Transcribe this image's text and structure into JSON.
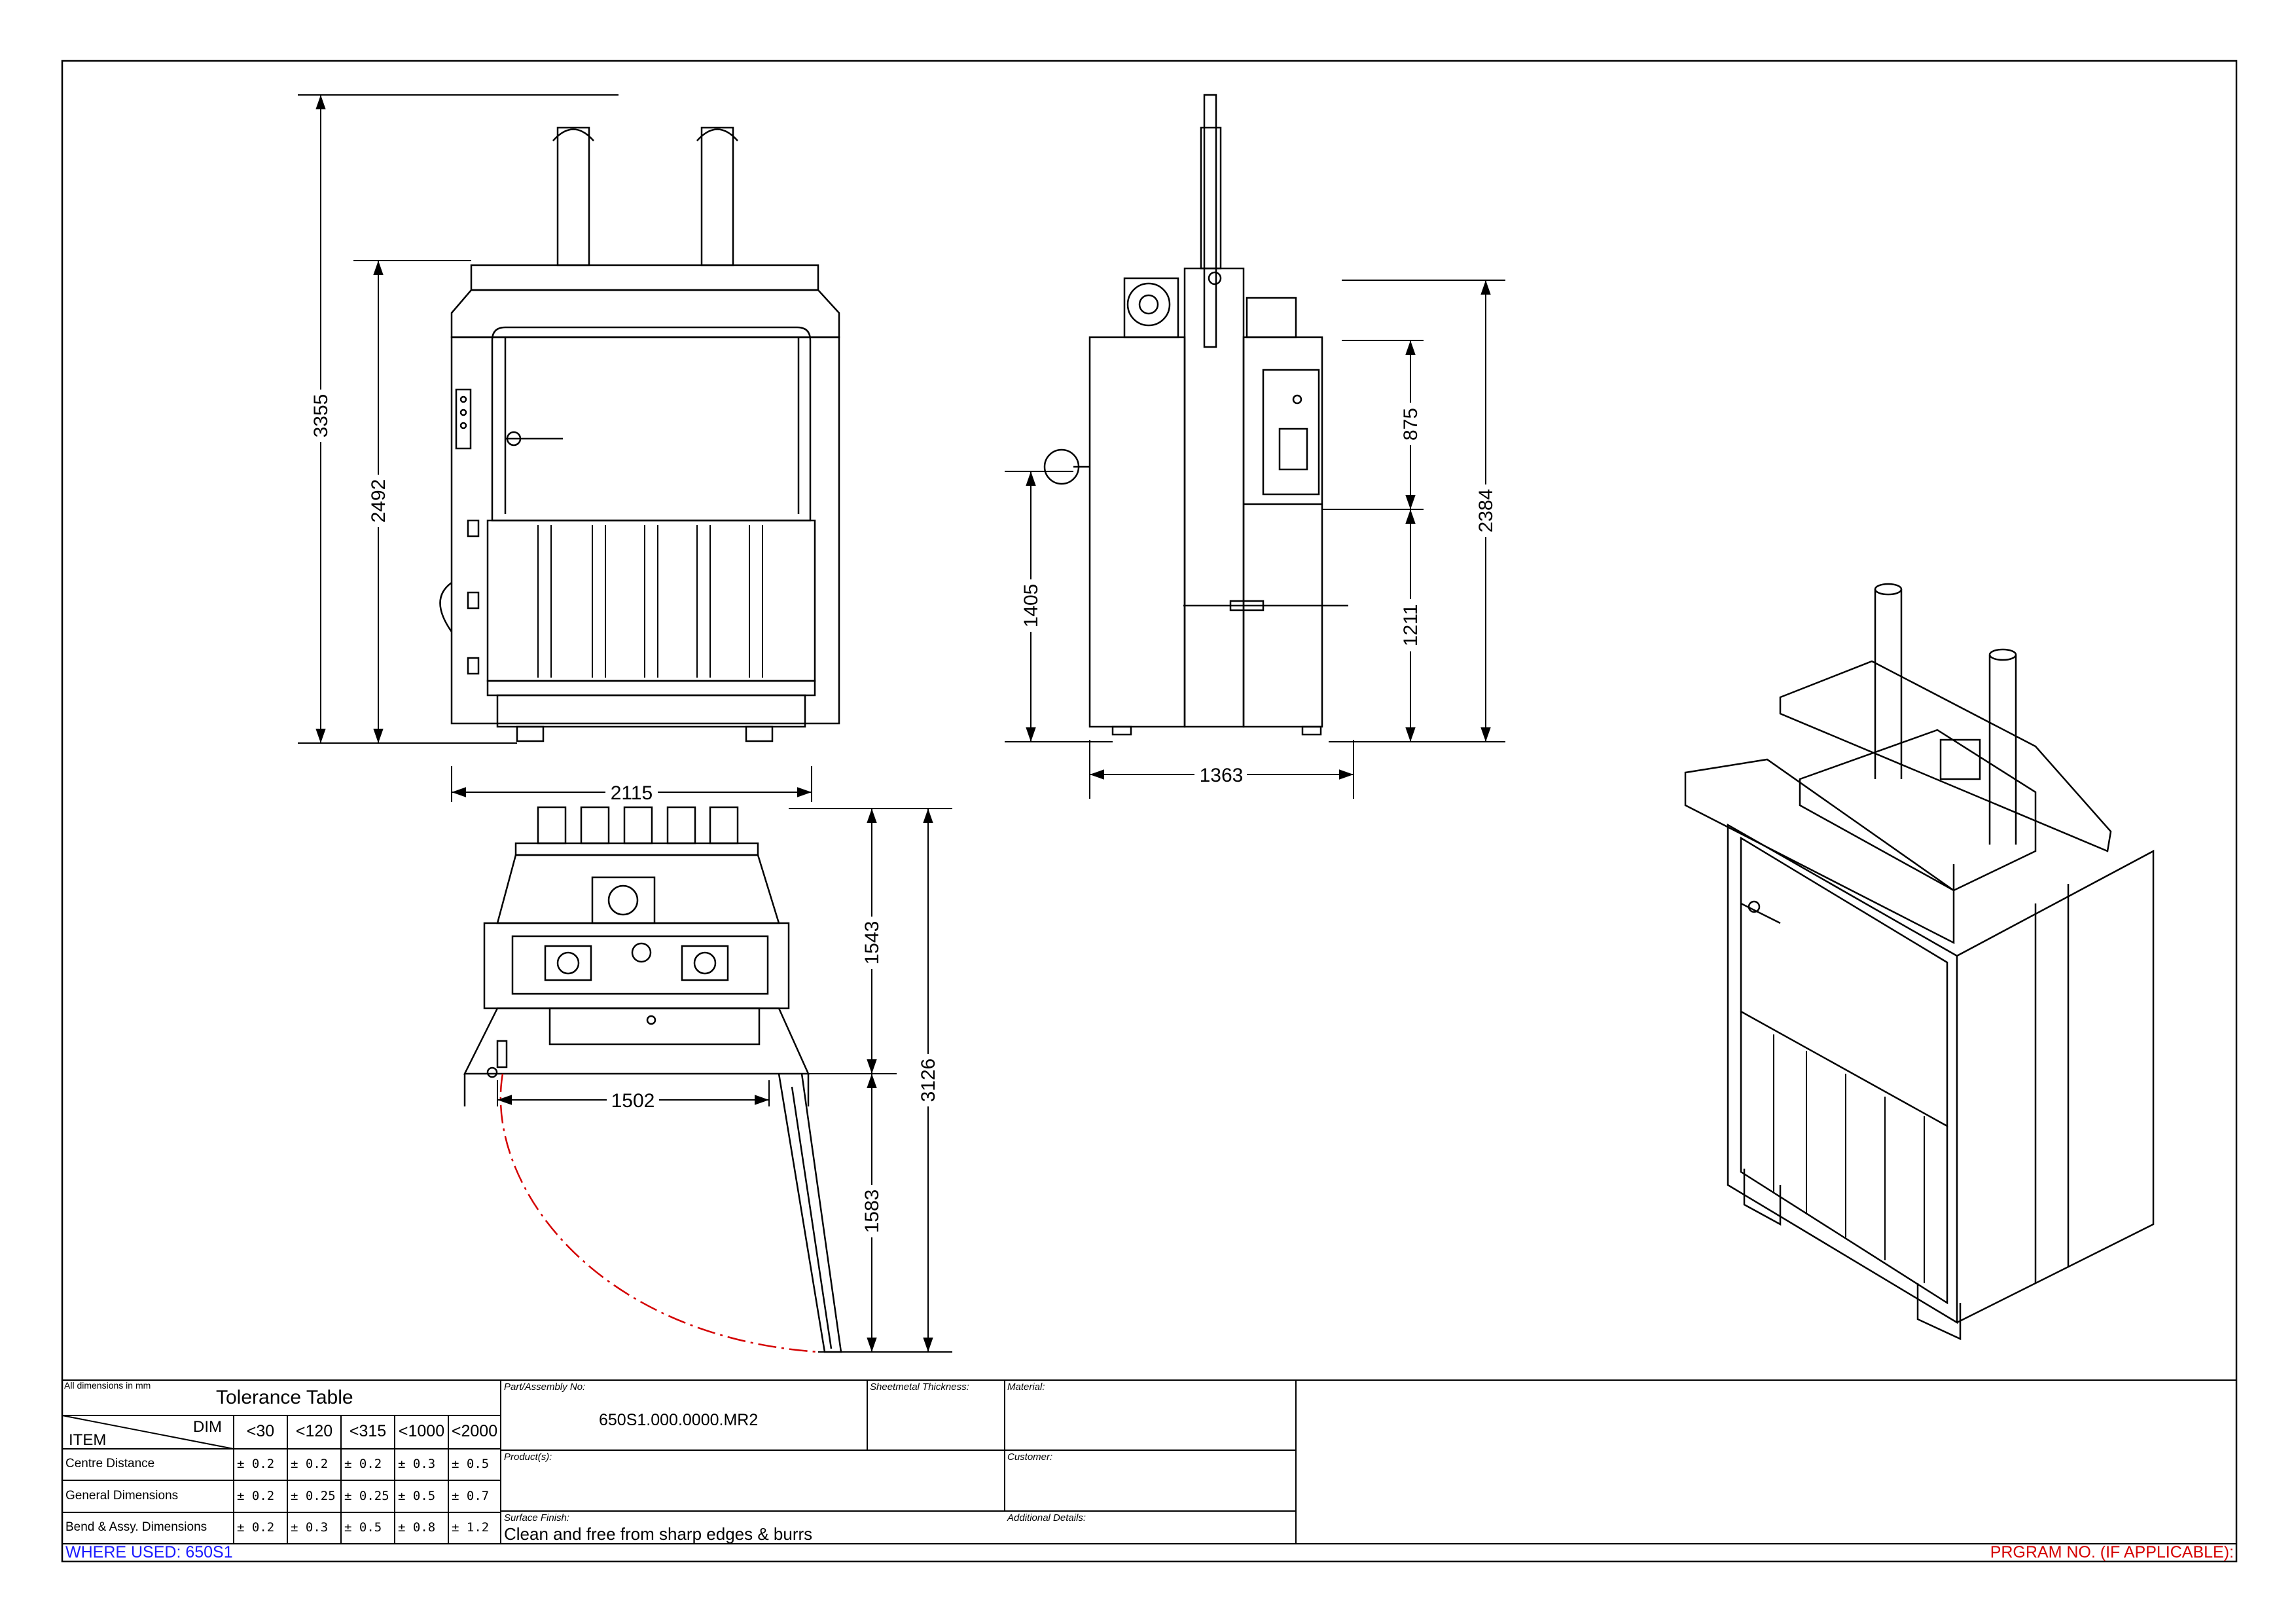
{
  "dimensions": {
    "front_total_height": "3355",
    "front_body_height": "2492",
    "side_lower_height": "1405",
    "side_upper_panel": "875",
    "side_lower_panel": "1211",
    "side_total_height": "2384",
    "side_depth": "1363",
    "top_width": "2115",
    "top_door_width": "1502",
    "top_depth": "1543",
    "top_door_swing": "1583",
    "top_total_depth": "3126"
  },
  "title_block": {
    "units_note": "All dimensions in mm",
    "tolerance_title": "Tolerance Table",
    "dim_header": "DIM",
    "item_header": "ITEM",
    "ranges": [
      "<30",
      "<120",
      "<315",
      "<1000",
      "<2000"
    ],
    "rows": [
      {
        "name": "Centre Distance",
        "values": [
          "± 0.2",
          "± 0.2",
          "± 0.2",
          "± 0.3",
          "± 0.5"
        ]
      },
      {
        "name": "General Dimensions",
        "values": [
          "± 0.2",
          "± 0.25",
          "± 0.25",
          "± 0.5",
          "± 0.7"
        ]
      },
      {
        "name": "Bend & Assy. Dimensions",
        "values": [
          "± 0.2",
          "± 0.3",
          "± 0.5",
          "± 0.8",
          "± 1.2"
        ]
      }
    ],
    "part_label": "Part/Assembly No:",
    "part_no": "650S1.000.0000.MR2",
    "sheetmetal_label": "Sheetmetal Thickness:",
    "material_label": "Material:",
    "products_label": "Product(s):",
    "customer_label": "Customer:",
    "surface_label": "Surface Finish:",
    "surface_value": "Clean and free from sharp edges & burrs",
    "additional_label": "Additional Details:",
    "where_used": "WHERE USED: 650S1",
    "program_no": "PRGRAM NO. (IF APPLICABLE):"
  },
  "colors": {
    "where_used": "#1a1aff",
    "program_no": "#d40000",
    "swing_arc": "#d40000"
  }
}
